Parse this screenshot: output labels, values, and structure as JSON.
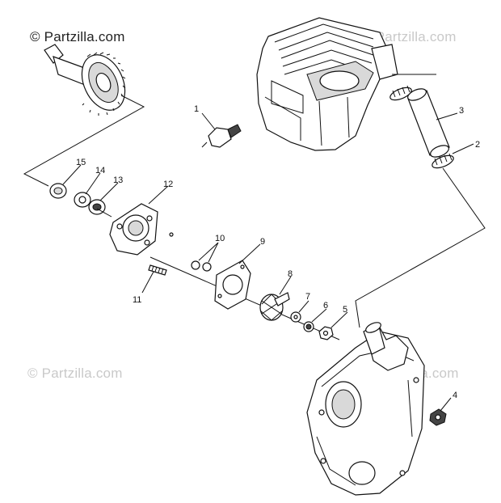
{
  "watermarks": [
    {
      "text": "© Partzilla.com",
      "tone": "dark"
    },
    {
      "text": "© Partzilla.com",
      "tone": "light"
    },
    {
      "text": "© Partzilla.com",
      "tone": "light"
    },
    {
      "text": "© Partzilla.com",
      "tone": "light"
    }
  ],
  "callouts": [
    "1",
    "2",
    "3",
    "4",
    "5",
    "6",
    "7",
    "8",
    "9",
    "10",
    "11",
    "12",
    "13",
    "14",
    "15"
  ],
  "colors": {
    "line": "#111111",
    "watermark_light": "#c9c9c9",
    "background": "#ffffff"
  }
}
